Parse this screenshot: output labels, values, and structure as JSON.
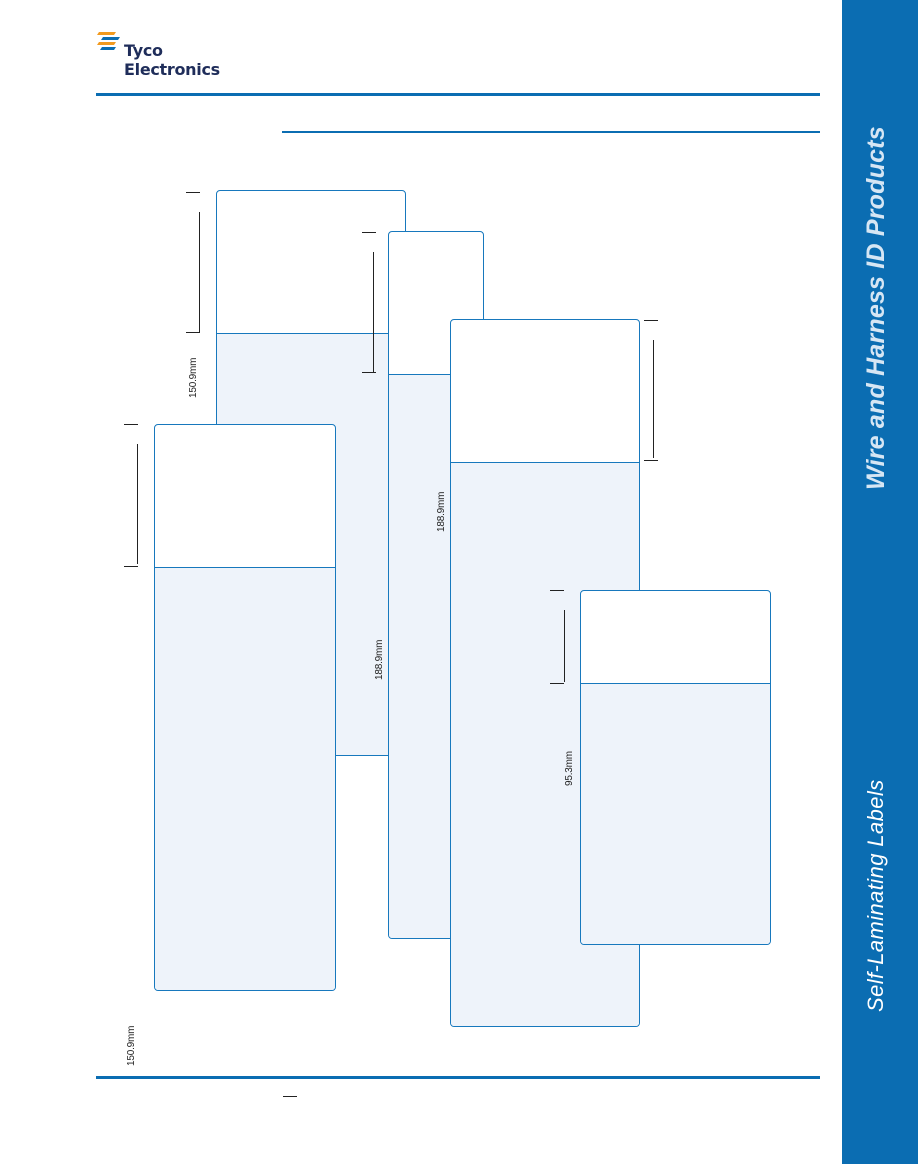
{
  "logo": {
    "line1": "Tyco",
    "line2": "Electronics",
    "mark_color": "#f29a1e",
    "text_color": "#1f2d5a"
  },
  "sidebar": {
    "title": "Wire and Harness ID Products",
    "subtitle": "Self-Laminating Labels",
    "color": "#0b6db2"
  },
  "labels": [
    {
      "id": "label-a",
      "dimension": "150.9mm"
    },
    {
      "id": "label-b",
      "dimension": "150.9mm"
    },
    {
      "id": "label-c",
      "dimension": "188.9mm"
    },
    {
      "id": "label-d",
      "dimension": "188.9mm"
    },
    {
      "id": "label-e",
      "dimension": "95.3mm"
    }
  ],
  "colors": {
    "accent": "#0b6db2",
    "label_border": "#1778bd",
    "laminate_fill": "#eef3fa"
  }
}
